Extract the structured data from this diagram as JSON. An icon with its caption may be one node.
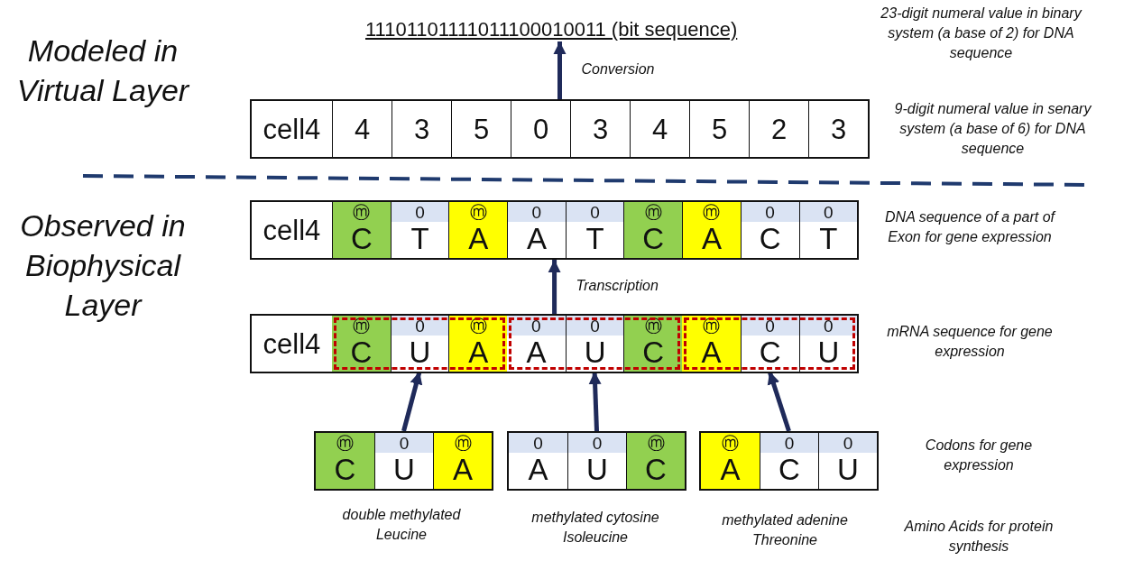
{
  "diagram": {
    "nodes": [
      {
        "text": [
          "11101101111011100010011 (bit sequence)"
        ]
      },
      {
        "text": [],
        "shape": "box",
        "beside": [
          "9-digit numeral value in senary system (a base of 6) for DNA sequence"
        ]
      },
      {
        "text": [
          "cell4"
        ],
        "in": 1
      },
      {
        "text": [
          "4"
        ],
        "in": 1
      },
      {
        "text": [
          "3"
        ],
        "in": 1
      },
      {
        "text": [
          "5"
        ],
        "in": 1
      },
      {
        "text": [
          "0"
        ],
        "in": 1
      },
      {
        "text": [
          "3"
        ],
        "in": 1
      },
      {
        "text": [
          "4"
        ],
        "in": 1
      },
      {
        "text": [
          "5"
        ],
        "in": 1
      },
      {
        "text": [
          "2"
        ],
        "in": 1
      },
      {
        "text": [
          "3"
        ],
        "in": 1
      },
      {
        "text": [],
        "shape": "box",
        "beside": [
          "DNA sequence of a part of Exon for gene expression"
        ]
      },
      {
        "text": [
          "cell4"
        ],
        "in": 12
      },
      {
        "text": [
          "ⓜ",
          "C"
        ],
        "in": 12
      },
      {
        "text": [
          "0",
          "T"
        ],
        "in": 12
      },
      {
        "text": [
          "ⓜ",
          "A"
        ],
        "in": 12
      },
      {
        "text": [
          "0",
          "A"
        ],
        "in": 12
      },
      {
        "text": [
          "0",
          "T"
        ],
        "in": 12
      },
      {
        "text": [
          "ⓜ",
          "C"
        ],
        "in": 12
      },
      {
        "text": [
          "ⓜ",
          "A"
        ],
        "in": 12
      },
      {
        "text": [
          "0",
          "C"
        ],
        "in": 12
      },
      {
        "text": [
          "0",
          "T"
        ],
        "in": 12
      },
      {
        "text": [],
        "shape": "box",
        "beside": [
          "mRNA sequence for gene expression"
        ]
      },
      {
        "text": [
          "cell4"
        ],
        "in": 23
      },
      {
        "text": [],
        "shape": "box",
        "in": 23
      },
      {
        "text": [
          "ⓜ",
          "C"
        ],
        "in": 25
      },
      {
        "text": [
          "0",
          "U"
        ],
        "in": 25
      },
      {
        "text": [
          "ⓜ",
          "A"
        ],
        "in": 25
      },
      {
        "text": [],
        "shape": "box",
        "in": 23
      },
      {
        "text": [
          "0",
          "A"
        ],
        "in": 29
      },
      {
        "text": [
          "0",
          "U"
        ],
        "in": 29
      },
      {
        "text": [
          "ⓜ",
          "C"
        ],
        "in": 29
      },
      {
        "text": [],
        "shape": "box",
        "in": 23
      },
      {
        "text": [
          "ⓜ",
          "A"
        ],
        "in": 33
      },
      {
        "text": [
          "0",
          "C"
        ],
        "in": 33
      },
      {
        "text": [
          "0",
          "U"
        ],
        "in": 33
      },
      {
        "text": [],
        "shape": "box",
        "beside": [
          "double methylated Leucine"
        ]
      },
      {
        "text": [
          "ⓜ",
          "C"
        ],
        "in": 37
      },
      {
        "text": [
          "0",
          "U"
        ],
        "in": 37
      },
      {
        "text": [
          "ⓜ",
          "A"
        ],
        "in": 37
      },
      {
        "text": [],
        "shape": "box",
        "beside": [
          "methylated cytosine Isoleucine"
        ]
      },
      {
        "text": [
          "0",
          "A"
        ],
        "in": 41
      },
      {
        "text": [
          "0",
          "U"
        ],
        "in": 41
      },
      {
        "text": [
          "ⓜ",
          "C"
        ],
        "in": 41
      },
      {
        "text": [],
        "shape": "box",
        "beside": [
          "methylated adenine Threonine"
        ]
      },
      {
        "text": [
          "ⓜ",
          "A"
        ],
        "in": 45
      },
      {
        "text": [
          "0",
          "C"
        ],
        "in": 45
      },
      {
        "text": [
          "0",
          "U"
        ],
        "in": 45
      }
    ],
    "edges": [
      {
        "from": 1,
        "to": 0,
        "arrow": "to",
        "label": "Conversion"
      },
      {
        "from": 23,
        "to": 12,
        "arrow": "to",
        "label": "Transcription"
      },
      {
        "from": 37,
        "to": 25,
        "arrow": "to"
      },
      {
        "from": 41,
        "to": 29,
        "arrow": "to"
      },
      {
        "from": 45,
        "to": 33,
        "arrow": "to"
      }
    ],
    "labels": [
      "23-digit numeral value in binary system (a base of 2) for DNA sequence",
      "Modeled in Virtual Layer",
      "Observed in Biophysical Layer",
      "Codons for gene expression",
      "Amino Acids for protein synthesis"
    ]
  }
}
